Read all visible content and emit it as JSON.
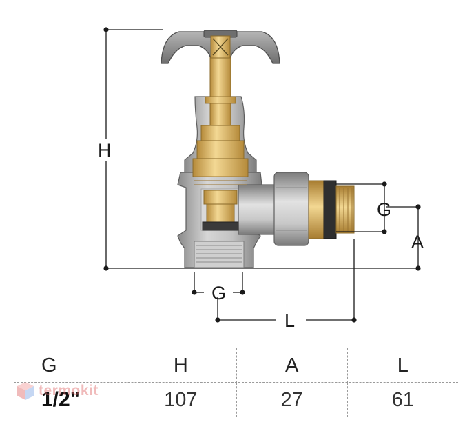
{
  "diagram": {
    "labels": {
      "height": "H",
      "thread_side": "G",
      "offset": "A",
      "thread_bottom": "G",
      "length": "L"
    }
  },
  "spec_table": {
    "headers": [
      "G",
      "H",
      "A",
      "L"
    ],
    "row": [
      "1/2\"",
      "107",
      "27",
      "61"
    ]
  },
  "watermark": {
    "text": "termokit"
  },
  "colors": {
    "chrome": "#c4c4c4",
    "chrome_dark": "#7e7e7e",
    "brass": "#e3c27c",
    "brass_dark": "#b58a3a",
    "handle": "#8f8f8f",
    "dimension_line": "#1a1a1a"
  }
}
